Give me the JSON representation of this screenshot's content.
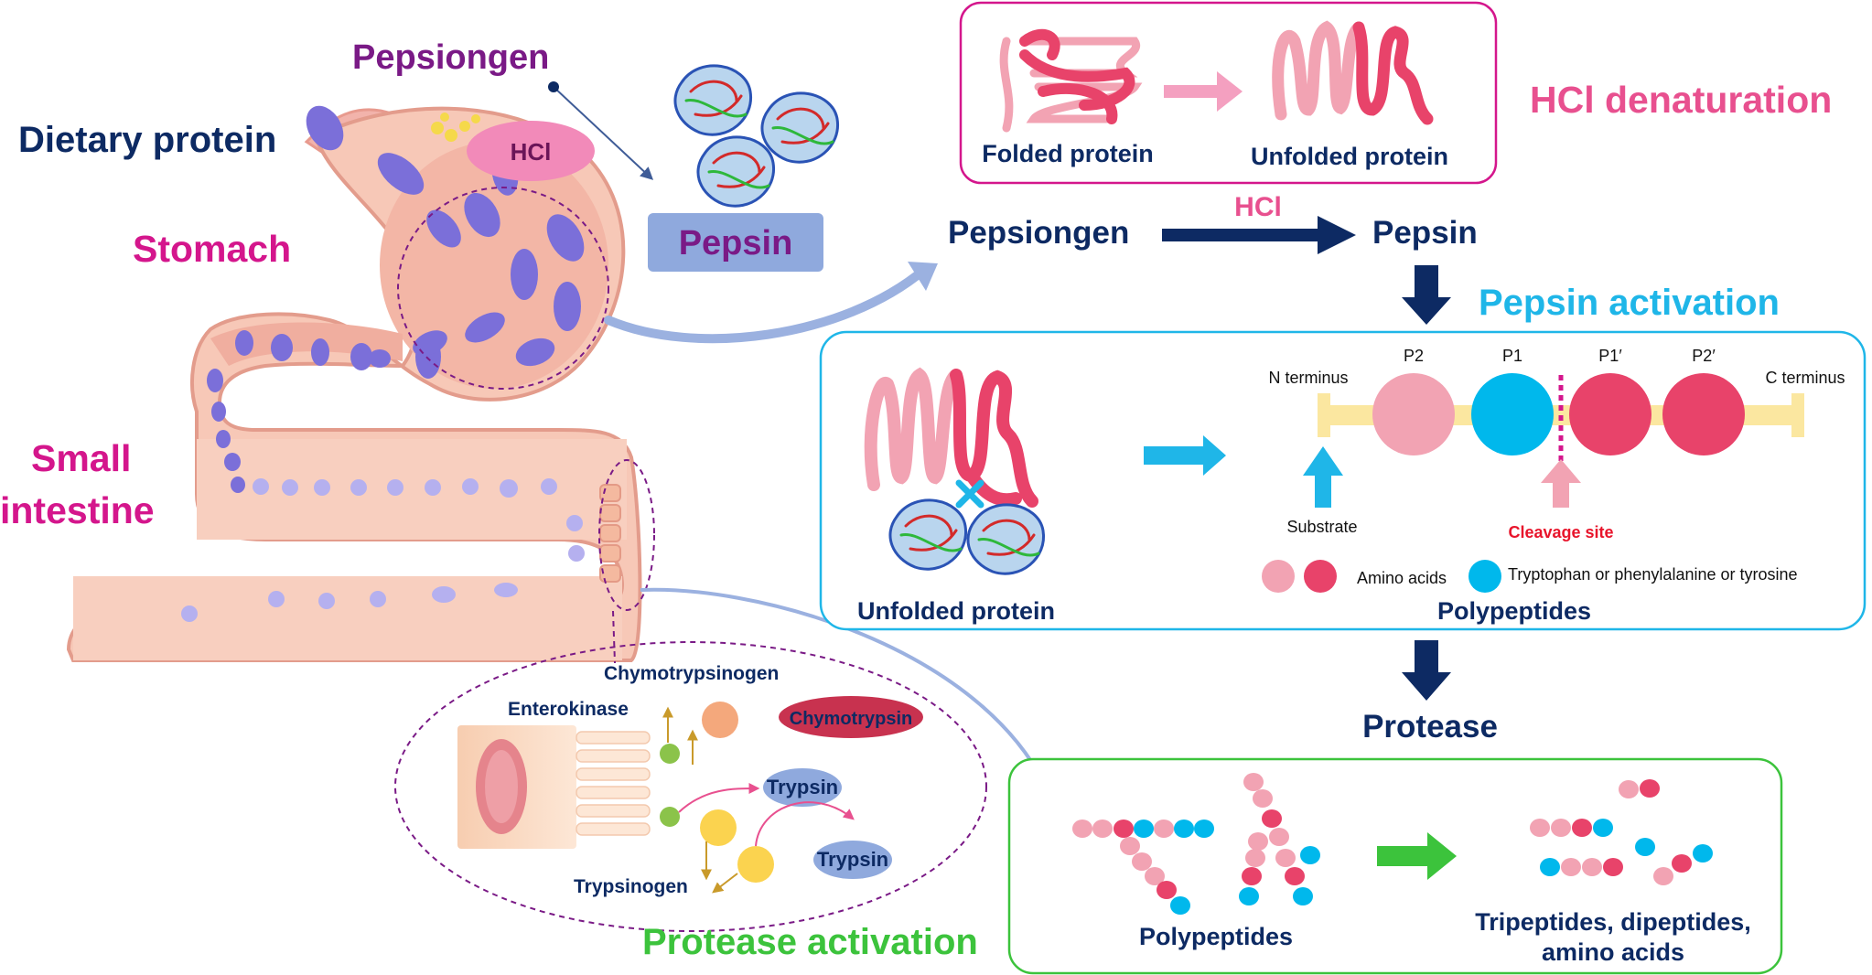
{
  "colors": {
    "navy": "#0d2a63",
    "magenta": "#d4168c",
    "purple": "#7a1a86",
    "pink_text": "#e8508f",
    "cyan": "#1fb6e8",
    "green": "#3cc33c",
    "light_pink": "#f2a3b3",
    "deep_pink": "#e8436a",
    "beige": "#fbe7a0",
    "red_text": "#e8142b"
  },
  "stomach": {
    "dietary_protein": "Dietary protein",
    "pepsiongen": "Pepsiongen",
    "hcl_badge": "HCl",
    "stomach": "Stomach",
    "pepsin_box": "Pepsin",
    "small_intestine_1": "Small",
    "small_intestine_2": "intestine"
  },
  "denaturation": {
    "folded": "Folded protein",
    "unfolded": "Unfolded protein",
    "title": "HCl denaturation"
  },
  "activation_line": {
    "from": "Pepsiongen",
    "hcl": "HCl",
    "to": "Pepsin"
  },
  "pepsin_activation": {
    "title": "Pepsin activation",
    "unfolded_protein": "Unfolded  protein",
    "n_terminus": "N terminus",
    "c_terminus": "C terminus",
    "p2": "P2",
    "p1": "P1",
    "p1p": "P1′",
    "p2p": "P2′",
    "substrate": "Substrate",
    "cleavage_site": "Cleavage site",
    "amino_acids": "Amino acids",
    "aromatic": "Tryptophan or phenylalanine or tyrosine",
    "polypeptides": "Polypeptides"
  },
  "protease": {
    "label": "Protease",
    "polypeptides": "Polypeptides",
    "products_1": "Tripeptides, dipeptides,",
    "products_2": "amino acids",
    "title": "Protease activation"
  },
  "enterocyte": {
    "chymotrypsinogen": "Chymotrypsinogen",
    "enterokinase": "Enterokinase",
    "chymotrypsin": "Chymotrypsin",
    "trypsin_1": "Trypsin",
    "trypsin_2": "Trypsin",
    "trypsinogen": "Trypsinogen"
  }
}
